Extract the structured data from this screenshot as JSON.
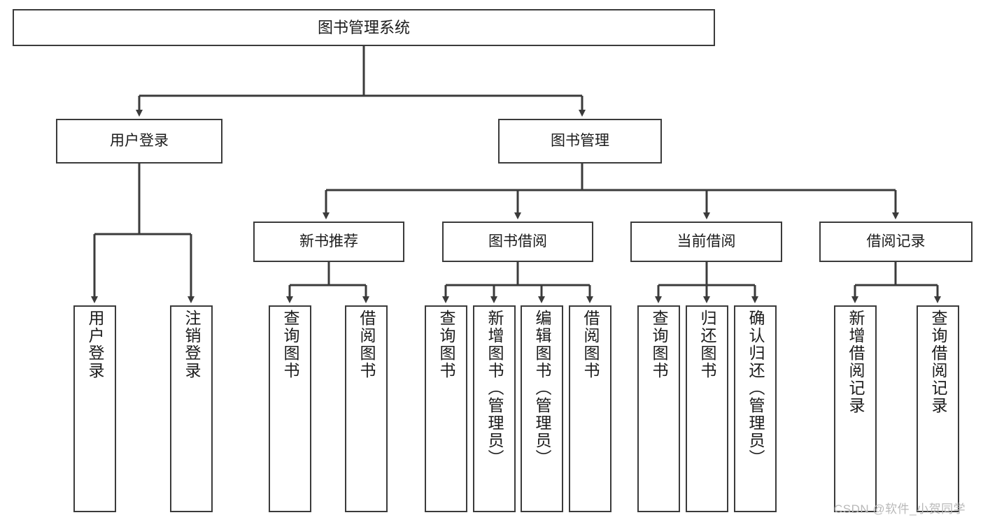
{
  "diagram": {
    "title": "图书管理系统",
    "type": "tree-hierarchy-chart",
    "colors": {
      "box_border": "#3b3b3b",
      "box_fill": "#ffffff",
      "connector": "#3b3b3b",
      "text": "#1b1b1b",
      "watermark": "#b9b9b9",
      "background": "#ffffff"
    },
    "root": {
      "label": "图书管理系统"
    },
    "level2": [
      {
        "label": "用户登录"
      },
      {
        "label": "图书管理"
      }
    ],
    "level3": [
      {
        "label": "新书推荐"
      },
      {
        "label": "图书借阅"
      },
      {
        "label": "当前借阅"
      },
      {
        "label": "借阅记录"
      }
    ],
    "leaves": {
      "user_login": [
        {
          "label": "用户登录"
        },
        {
          "label": "注销登录"
        }
      ],
      "new_book_recommend": [
        {
          "label": "查询图书"
        },
        {
          "label": "借阅图书"
        }
      ],
      "book_borrow": [
        {
          "label": "查询图书"
        },
        {
          "label": "新增图书（管理员）"
        },
        {
          "label": "编辑图书（管理员）"
        },
        {
          "label": "借阅图书"
        }
      ],
      "current_borrow": [
        {
          "label": "查询图书"
        },
        {
          "label": "归还图书"
        },
        {
          "label": "确认归还（管理员）"
        }
      ],
      "borrow_record": [
        {
          "label": "新增借阅记录"
        },
        {
          "label": "查询借阅记录"
        }
      ]
    }
  },
  "watermark": {
    "text": "CSDN @软件_小贺同学"
  }
}
